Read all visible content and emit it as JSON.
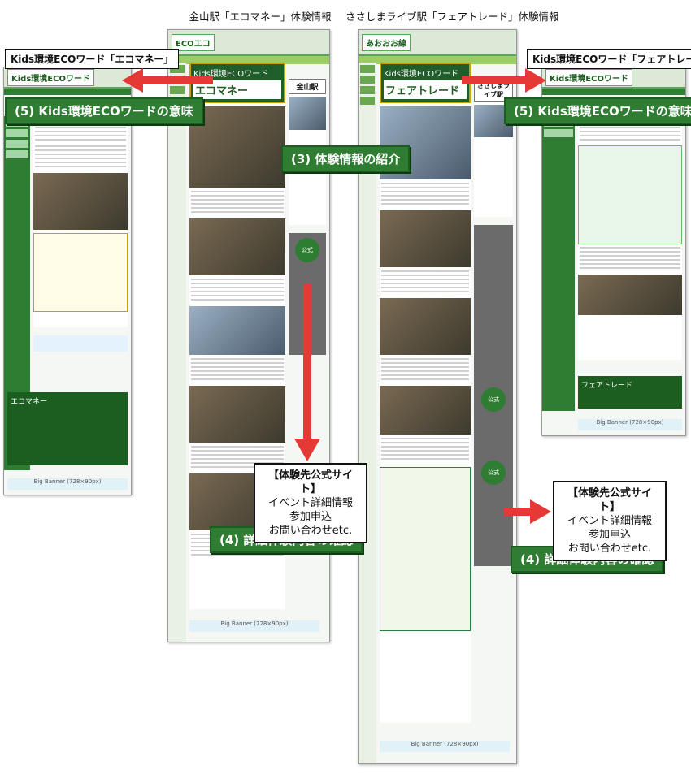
{
  "captions": {
    "kanayama": "金山駅「エコマネー」体験情報",
    "sasashima": "ささしまライブ駅「フェアトレード」体験情報"
  },
  "kids_labels": {
    "ecomoney": "Kids環境ECOワード「エコマネー」",
    "fairtrade": "Kids環境ECOワード「フェアトレード」"
  },
  "steps": {
    "meaning": "(5) Kids環境ECOワードの意味",
    "intro": "(3) 体験情報の紹介",
    "detail": "(4) 詳細体験内容の確認"
  },
  "callout": {
    "header": "【体験先公式サイト】",
    "lines": [
      "イベント詳細情報",
      "参加申込",
      "お問い合わせetc."
    ]
  },
  "screens": {
    "kanayama": {
      "logo": "ECOエコ",
      "heading": "エコマネー",
      "station": "金山駅",
      "banner": "Big Banner (728×90px)"
    },
    "sasashima": {
      "logo": "あおおお線",
      "heading": "フェアトレード",
      "station": "ささしまライブ駅",
      "banner": "Big Banner (728×90px)"
    },
    "kids_left": {
      "logo": "Kids環境ECOワード",
      "heading": "エコマネー",
      "banner": "Big Banner (728×90px)"
    },
    "kids_right": {
      "logo": "Kids環境ECOワード",
      "heading": "フェアトレード",
      "banner": "Big Banner (728×90px)"
    }
  },
  "colors": {
    "accent_green": "#2e7d32",
    "arrow_red": "#e53935"
  }
}
